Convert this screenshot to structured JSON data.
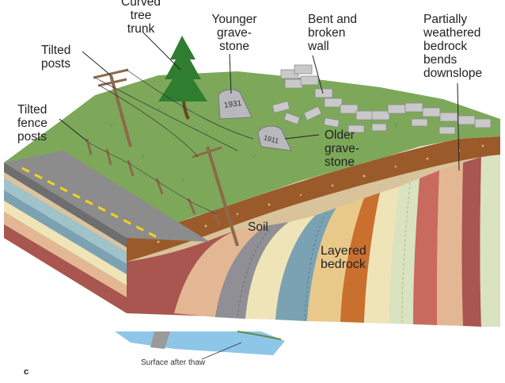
{
  "labels": {
    "curved_tree_trunk": "Curved\ntree\ntrunk",
    "younger_gravestone": "Younger\ngrave-\nstone",
    "bent_broken_wall": "Bent and\nbroken\nwall",
    "partially_weathered": "Partially\nweathered\nbedrock\nbends\ndownslope",
    "tilted_posts": "Tilted\nposts",
    "tilted_fence_posts": "Tilted\nfence\nposts",
    "older_gravestone": "Older\ngrave-\nstone",
    "soil": "Soil",
    "layered_bedrock": "Layered\nbedrock",
    "surface_after_thaw": "Surface after thaw",
    "panel_letter": "c"
  },
  "gravestones": {
    "younger_year": "1931",
    "older_year": "1911"
  },
  "colors": {
    "grass": "#7da85a",
    "soil": "#9a5a2a",
    "road": "#8c8c8c",
    "road_stripe": "#f2d21b",
    "tree": "#2f7d2f",
    "wall_stone": "#c9c9c9",
    "water": "#8ec6e8"
  }
}
